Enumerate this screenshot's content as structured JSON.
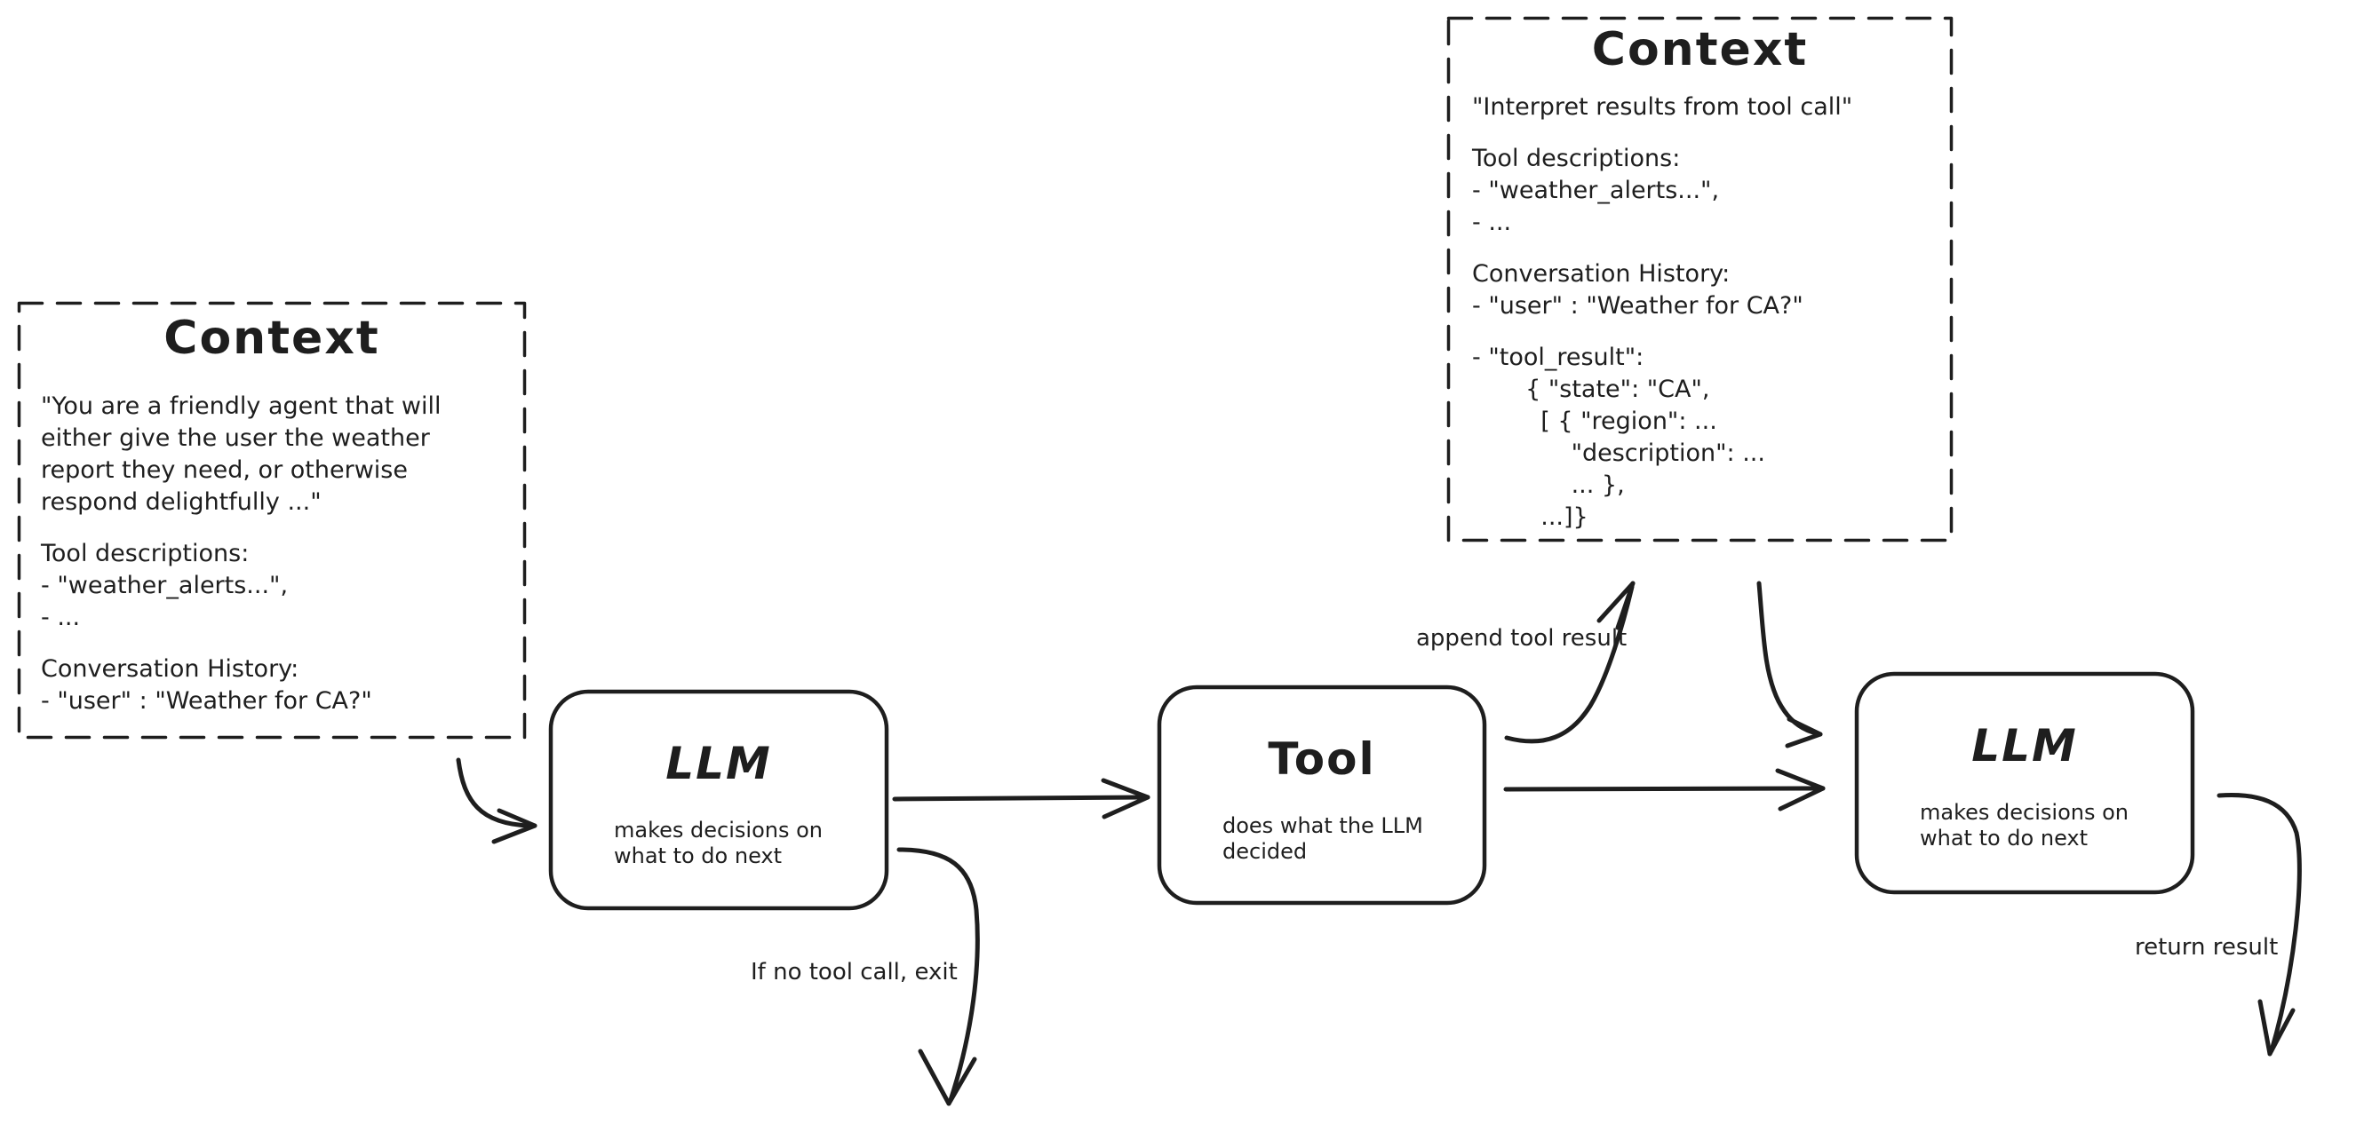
{
  "diagram": {
    "colors": {
      "stroke": "#1e1e1e",
      "background": "#ffffff"
    },
    "context_left": {
      "title": "Context",
      "lines": [
        "\"You are a friendly agent that will",
        "either give the user the weather",
        "report they need, or otherwise",
        "respond delightfully ...\"",
        "",
        "Tool descriptions:",
        "- \"weather_alerts...\",",
        "- ...",
        "",
        "Conversation History:",
        "- \"user\" : \"Weather for CA?\""
      ]
    },
    "context_right": {
      "title": "Context",
      "lines": [
        "\"Interpret results from tool call\"",
        "",
        "Tool descriptions:",
        "- \"weather_alerts...\",",
        "- ...",
        "",
        "Conversation History:",
        "- \"user\" : \"Weather for CA?\"",
        "",
        "- \"tool_result\":",
        "       { \"state\": \"CA\",",
        "         [ { \"region\": ...",
        "             \"description\": ...",
        "             ... },",
        "         ...]}"
      ]
    },
    "nodes": {
      "llm1": {
        "title": "LLM",
        "subtitle_lines": [
          "makes decisions on",
          "what to do next"
        ]
      },
      "tool": {
        "title": "Tool",
        "subtitle_lines": [
          "does what the LLM",
          "decided"
        ]
      },
      "llm2": {
        "title": "LLM",
        "subtitle_lines": [
          "makes decisions on",
          "what to do next"
        ]
      }
    },
    "edge_labels": {
      "append_tool_result": "append tool result",
      "if_no_tool_call_exit": "If no tool call, exit",
      "return_result": "return result"
    }
  }
}
